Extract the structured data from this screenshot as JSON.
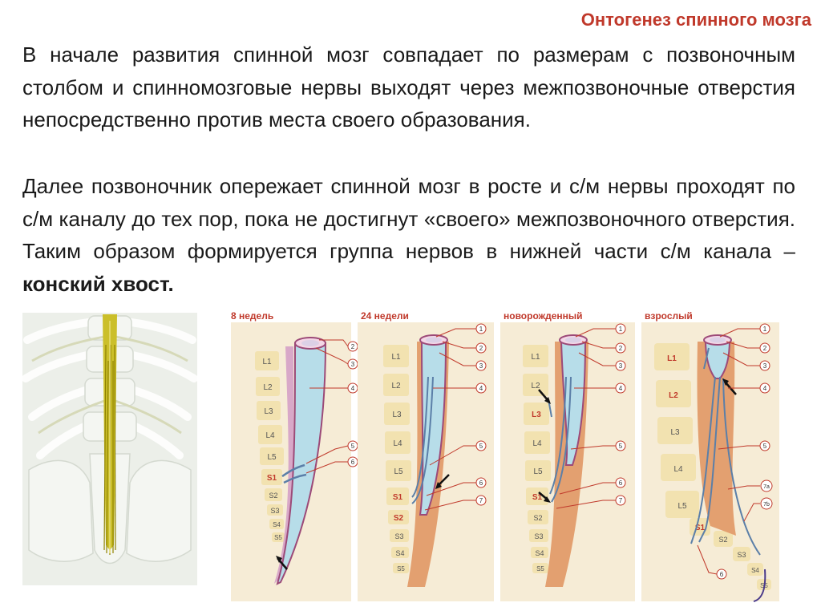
{
  "header": {
    "title": "Онтогенез спинного мозга"
  },
  "paragraphs": {
    "p1": "В начале развития спинной мозг совпадает по размерам с позвоночным столбом и спинномозговые нервы выходят через межпозвоночные отверстия непосредственно против места своего образования.",
    "p2_main": "Далее позвоночник опережает спинной мозг в росте и с/м нервы проходят по с/м каналу до тех пор, пока не достигнут «своего» межпозвоночного отверстия. Таким образом формируется группа нервов в нижней части с/м канала – ",
    "p2_bold": "конский хвост."
  },
  "colors": {
    "title": "#c0392b",
    "label_red": "#c0392b",
    "vertebra": "#f2e2b0",
    "cord": "#b7dde9",
    "dura": "#e3a070",
    "panel_bg": "#f6ecd6",
    "nerve_yellow": "#c9b400"
  },
  "stages": [
    {
      "title": "8 недель",
      "vertebrae": [
        "L1",
        "L2",
        "L3",
        "L4",
        "L5",
        "S1",
        "S2",
        "S3",
        "S4",
        "S5"
      ],
      "highlight": [
        "S1"
      ],
      "callouts": [
        "2",
        "3",
        "4",
        "5",
        "6"
      ]
    },
    {
      "title": "24 недели",
      "vertebrae": [
        "L1",
        "L2",
        "L3",
        "L4",
        "L5",
        "S1",
        "S2",
        "S3",
        "S4",
        "S5"
      ],
      "highlight": [
        "S1",
        "S2"
      ],
      "callouts": [
        "1",
        "2",
        "3",
        "4",
        "5",
        "6",
        "7"
      ]
    },
    {
      "title": "новорожденный",
      "vertebrae": [
        "L1",
        "L2",
        "L3",
        "L4",
        "L5",
        "S1",
        "S2",
        "S3",
        "S4",
        "S5"
      ],
      "highlight": [
        "L3",
        "S1"
      ],
      "callouts": [
        "1",
        "2",
        "3",
        "4",
        "5",
        "6",
        "7"
      ]
    },
    {
      "title": "взрослый",
      "vertebrae": [
        "L1",
        "L2",
        "L3",
        "L4",
        "L5",
        "S1",
        "S2",
        "S3",
        "S4",
        "S5"
      ],
      "highlight": [
        "L1",
        "L2",
        "S1"
      ],
      "callouts": [
        "1",
        "2",
        "3",
        "4",
        "5",
        "7a",
        "7b",
        "6"
      ]
    }
  ]
}
